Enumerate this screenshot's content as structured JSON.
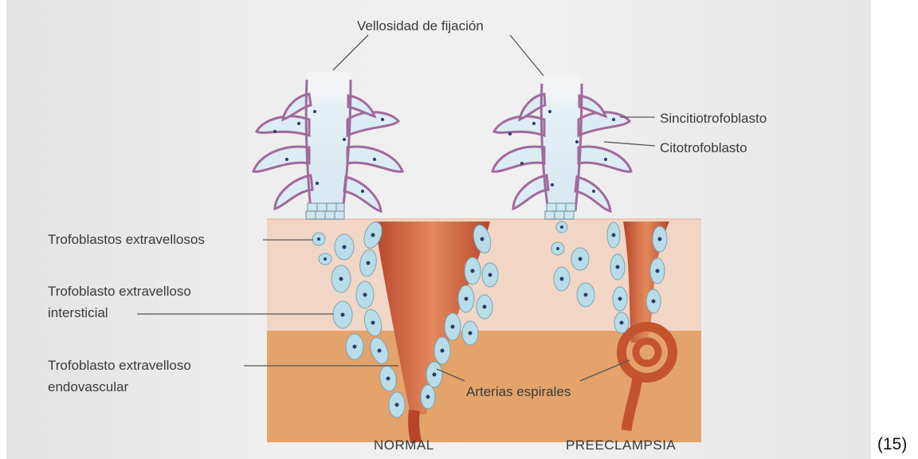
{
  "labels": {
    "anchoring_villus": "Vellosidad de fijación",
    "syncytiotrophoblast": "Sincitiotrofoblasto",
    "cytotrophoblast": "Citotrofoblasto",
    "extravillous_trophoblasts": "Trofoblastos extravellosos",
    "interstitial_line1": "Trofoblasto extravelloso",
    "interstitial_line2": "intersticial",
    "endovascular_line1": "Trofoblasto extravelloso",
    "endovascular_line2": "endovascular",
    "spiral_arteries": "Arterias espirales"
  },
  "captions": {
    "normal": "NORMAL",
    "preeclampsia": "PREECLAMPSIA"
  },
  "figure_number": "(15)",
  "colors": {
    "decidua": "#f1d6c6",
    "myometrium": "#e4a36a",
    "artery": "#c4532e",
    "villus_core": "#dcecf4",
    "syncytium_border": "#a06a9c",
    "cell_fill": "#b8dde9",
    "nucleus": "#2a3d6a"
  }
}
